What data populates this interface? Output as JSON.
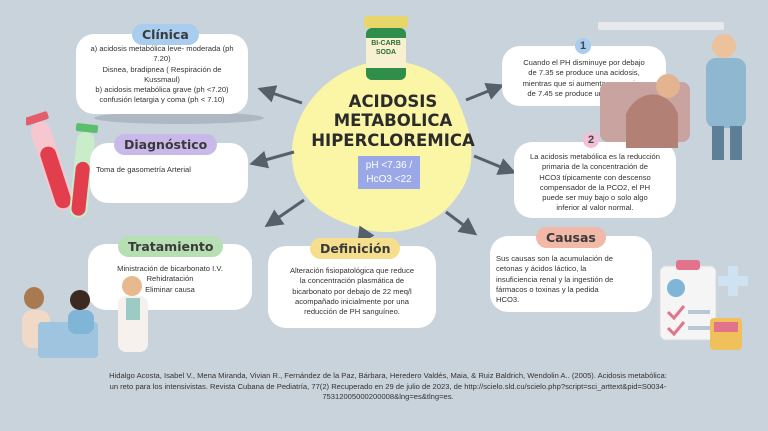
{
  "center": {
    "title": "ACIDOSIS\nMETABOLICA\nHIPERCLOREMICA",
    "subtitle": "pH <7.36 /\nHcO3 <22"
  },
  "bicarb_jar_label": "BI-CARB\nSODA",
  "clinica": {
    "title": "Clínica",
    "lines": [
      "a) acidosis metabólica leve- moderada (ph",
      "7.20)",
      "Disnea, bradipnea ( Respiración de",
      "Kussmaul)",
      "b) acidosis metabólica grave (ph <7.20)",
      "confusión letargia y coma (ph < 7.10)"
    ]
  },
  "diagnostico": {
    "title": "Diagnóstico",
    "text": "Toma de gasometría Arterial"
  },
  "tratamiento": {
    "title": "Tratamiento",
    "lines": [
      "Ministración de bicarbonato I.V.",
      "Rehidratación",
      "Eliminar causa"
    ]
  },
  "definicion": {
    "title": "Definición",
    "lines": [
      "Alteración fisiopatológica que reduce",
      "la concentración plasmática de",
      "bicarbonato por debajo de 22 meq/l",
      "acompañado inicialmente por una",
      "reducción de PH sanguíneo."
    ]
  },
  "point1": {
    "badge": "1",
    "lines": [
      "Cuando el PH disminuye por debajo",
      "de 7.35 se produce una acidosis,",
      "mientras que si aumenta por encima",
      "de 7.45 se produce una alcalosis."
    ]
  },
  "point2": {
    "badge": "2",
    "lines": [
      "La acidosis metabólica es la reducción",
      "primaria de la concentración de",
      "HCO3 típicamente con descenso",
      "compensador de la PCO2, el PH",
      "puede ser muy bajo o solo algo",
      "inferior al valor normal."
    ]
  },
  "causas": {
    "title": "Causas",
    "lines": [
      "Sus causas son la acumulación de",
      "cetonas y ácidos láctico, la",
      "insuficiencia renal y la ingestión de",
      "fármacos o toxinas y la pedida",
      "HCO3."
    ]
  },
  "reference": {
    "lines": [
      "Hidalgo Acosta, Isabel V., Mena Miranda, Vivian R., Fernández de la Paz, Bárbara, Heredero Valdés, Maia, & Ruiz Baldrich, Wendolin A.. (2005). Acidosis metabólica:",
      "un reto para los intensivistas. Revista Cubana de Pediatría, 77(2) Recuperado en 29 de julio de 2023, de http://scielo.sld.cu/scielo.php?script=sci_arttext&pid=S0034-",
      "75312005000200008&lng=es&tlng=es."
    ]
  },
  "colors": {
    "background": "#c9d3dc",
    "clinica_pill": "#a9cdee",
    "diagnostico_pill": "#c9b8ea",
    "tratamiento_pill": "#b6e0b4",
    "definicion_pill": "#f6df8c",
    "causas_pill": "#f2b8a8",
    "badge1": "#a9cdee",
    "badge2": "#f1c0d8",
    "center_blob": "#fbf6a5"
  }
}
